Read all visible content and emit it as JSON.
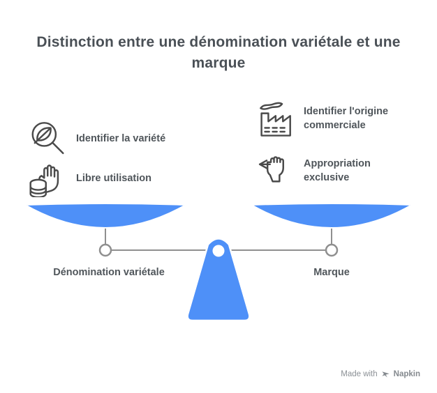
{
  "title": "Distinction entre une dénomination variétale et une marque",
  "panels": {
    "left": {
      "pan_label": "Dénomination variétale",
      "features": [
        {
          "icon": "magnifier-leaf-icon",
          "label": "Identifier la variété"
        },
        {
          "icon": "hand-coins-icon",
          "label": "Libre utilisation"
        }
      ]
    },
    "right": {
      "pan_label": "Marque",
      "features": [
        {
          "icon": "factory-icon",
          "label": "Identifier l'origine commerciale"
        },
        {
          "icon": "fist-arrow-icon",
          "label": "Appropriation exclusive"
        }
      ]
    }
  },
  "colors": {
    "accent_blue": "#4e90f8",
    "icon_stroke": "#4a4a4a",
    "beam_gray": "#8f8f8f",
    "title_text": "#4a5056",
    "label_text": "#4f555a"
  },
  "footer": {
    "made_with": "Made with",
    "brand": "Napkin"
  }
}
